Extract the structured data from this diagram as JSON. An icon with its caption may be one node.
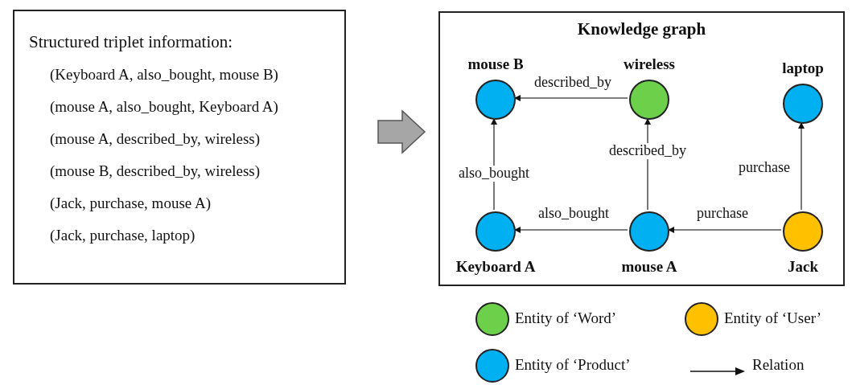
{
  "diagram": {
    "nodes": [
      {
        "text": [
          "Structured triplet information:",
          "(Keyboard A, also_bought, mouse B)",
          "(mouse A, also_bought, Keyboard A)",
          "(mouse A, described_by, wireless)",
          "(mouse B, described_by, wireless)",
          "(Jack, purchase, mouse A)",
          "(Jack, purchase, laptop)"
        ]
      },
      {
        "text": [
          "Knowledge graph"
        ]
      },
      {
        "text": [
          "mouse B"
        ],
        "in": 1
      },
      {
        "text": [
          "wireless"
        ],
        "in": 1
      },
      {
        "text": [
          "laptop"
        ],
        "in": 1
      },
      {
        "text": [
          "Keyboard A"
        ],
        "in": 1
      },
      {
        "text": [
          "mouse A"
        ],
        "in": 1
      },
      {
        "text": [
          "Jack"
        ],
        "in": 1
      }
    ],
    "edges": [
      {
        "from": 0,
        "to": 1,
        "arrow": "to",
        "style": "thick",
        "color": "#a6a6a6"
      },
      {
        "from": 3,
        "to": 2,
        "arrow": "to",
        "label": "described_by"
      },
      {
        "from": 5,
        "to": 2,
        "arrow": "to",
        "label": "also_bought"
      },
      {
        "from": 6,
        "to": 3,
        "arrow": "to",
        "label": "described_by"
      },
      {
        "from": 6,
        "to": 5,
        "arrow": "to",
        "label": "also_bought"
      },
      {
        "from": 7,
        "to": 6,
        "arrow": "to",
        "label": "purchase"
      },
      {
        "from": 7,
        "to": 4,
        "arrow": "to",
        "label": "purchase"
      }
    ],
    "legend": [
      {
        "text": "Entity of ‘Word’",
        "color": "#6cd04a"
      },
      {
        "text": "Entity of ‘User’",
        "color": "#ffc000"
      },
      {
        "text": "Entity of ‘Product’",
        "color": "#00b0f0"
      },
      {
        "text": "Relation"
      }
    ]
  }
}
